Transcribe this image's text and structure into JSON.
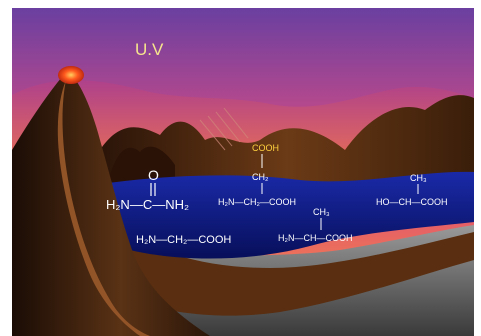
{
  "scene": {
    "title": "U.V",
    "molecules": {
      "urea": {
        "o": "O",
        "left": "H₂N—C—NH₂"
      },
      "aspartic": {
        "top": "COOH",
        "ch": "CH₂",
        "main": "H₂N—CH₂—COOH"
      },
      "lactic": {
        "ch": "CH₃",
        "main": "HO—CH—COOH"
      },
      "glycine": {
        "main": "H₂N—CH₂—COOH"
      },
      "alanine": {
        "ch": "CH₃",
        "main": "H₂N—CH—COOH"
      }
    }
  },
  "colors": {
    "sky_top": "#6a3fa0",
    "sky_mid": "#e0566d",
    "sky_glow": "#ff9a3d",
    "water": "#0f1f8a",
    "text_title": "#f6e58d",
    "text_formula": "#ffffff",
    "text_accent": "#ffd23f"
  }
}
